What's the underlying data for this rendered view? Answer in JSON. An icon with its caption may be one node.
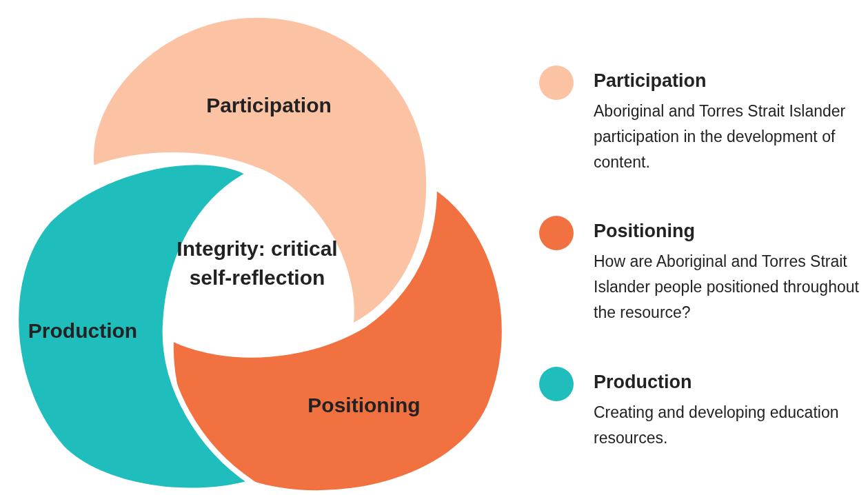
{
  "diagram": {
    "nodes": [
      {
        "text": [
          "Participation"
        ]
      },
      {
        "text": [
          "Positioning"
        ]
      },
      {
        "text": [
          "Production"
        ]
      }
    ],
    "edges": [],
    "labels": [
      "Integrity: critical self-reflection",
      "Aboriginal and Torres Strait Islander participation in the development of content.",
      "How are Aboriginal and Torres Strait Islander people positioned throughout the resource?",
      "Creating and developing education resources."
    ],
    "legend": [
      {
        "text": "Participation",
        "color": "#fbc3a3"
      },
      {
        "text": "Positioning",
        "color": "#f27141"
      },
      {
        "text": "Production",
        "color": "#1fbdbb"
      }
    ]
  }
}
